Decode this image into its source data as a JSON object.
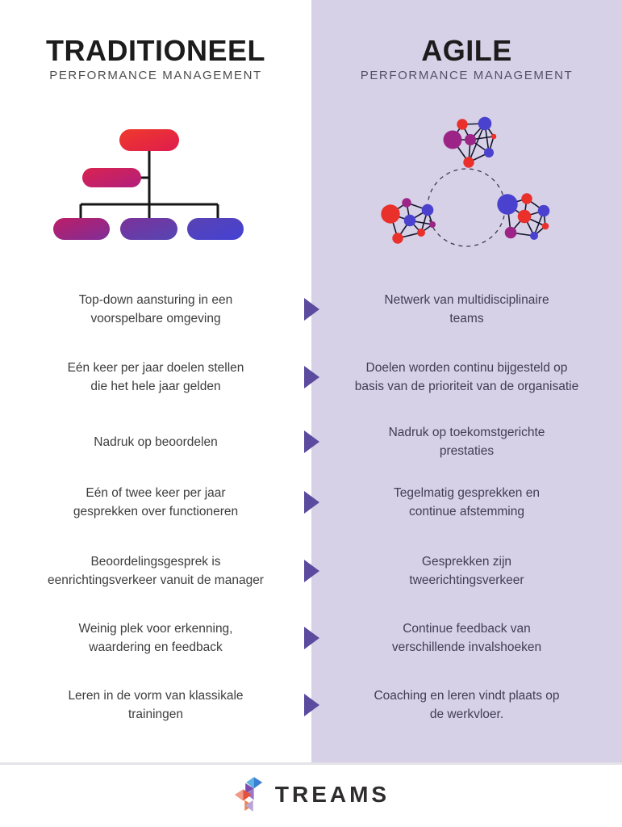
{
  "left_panel": {
    "title": "TRADITIONEEL",
    "subtitle": "PERFORMANCE MANAGEMENT"
  },
  "right_panel": {
    "title": "AGILE",
    "subtitle": "PERFORMANCE MANAGEMENT"
  },
  "rows": [
    {
      "left": "Top-down aansturing in een\nvoorspelbare omgeving",
      "right": "Netwerk van multidisciplinaire\nteams"
    },
    {
      "left": "Eén keer per jaar doelen stellen\ndie het hele jaar gelden",
      "right": "Doelen worden continu bijgesteld op\nbasis van de prioriteit van de organisatie"
    },
    {
      "left": "Nadruk op beoordelen",
      "right": "Nadruk op toekomstgerichte\nprestaties"
    },
    {
      "left": "Eén of twee keer per jaar\ngesprekken over functioneren",
      "right": "Tegelmatig gesprekken en\ncontinue afstemming"
    },
    {
      "left": "Beoordelingsgesprek is\neenrichtingsverkeer vanuit de manager",
      "right": "Gesprekken zijn\ntweerichtingsverkeer"
    },
    {
      "left": "Weinig plek voor erkenning,\nwaardering en feedback",
      "right": "Continue feedback van\nverschillende invalshoeken"
    },
    {
      "left": "Leren in de vorm van klassikale\ntrainingen",
      "right": "Coaching en leren vindt plaats op\nde werkvloer."
    }
  ],
  "footer": {
    "brand": "TREAMS"
  },
  "icons": [
    "org-chart-graphic",
    "network-graphic",
    "arrow-right-icon",
    "treams-logo-mark"
  ],
  "colors": {
    "right_panel_bg": "#d6d1e7",
    "arrow": "#5b4a9e",
    "heading_text": "#1c1c1c",
    "subtitle_text": "#4d4d4d",
    "left_body_text": "#3d3d3d",
    "right_body_text": "#423c54",
    "connector_line": "#161616",
    "network_edge": "#15152c",
    "node_red": "#e9302a",
    "node_blue": "#4a42cf",
    "node_purple": "#9c2486",
    "pill_gradient_stops": [
      "#ef3a2a",
      "#df1c4f",
      "#da2250",
      "#b0207c",
      "#bd1d66",
      "#7f2e98",
      "#7c3199",
      "#5546b4",
      "#5a43b2",
      "#4441d4"
    ],
    "brand_text": "#2f2c2e"
  }
}
